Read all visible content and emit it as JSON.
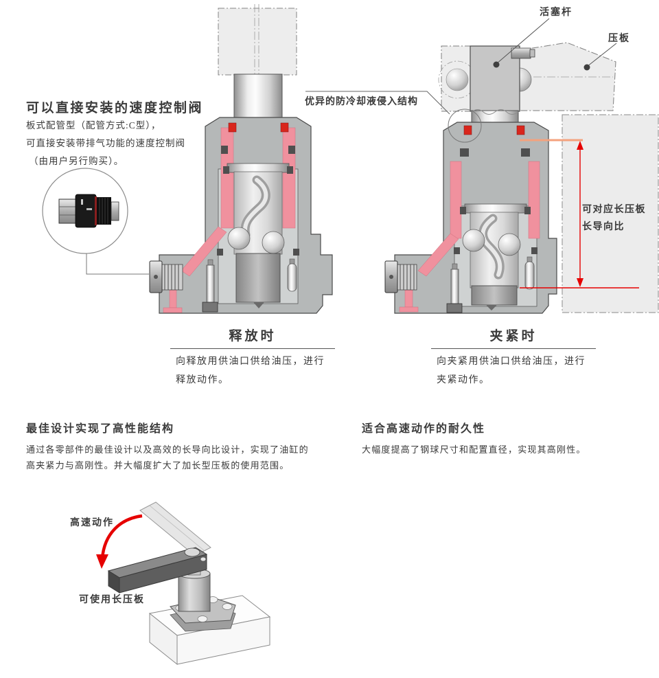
{
  "intro": {
    "title": "可以直接安装的速度控制阀",
    "line1": "板式配管型（配管方式:C型），",
    "line2": "可直接安装带排气功能的速度控制阀",
    "line3": "（由用户另行购买）。"
  },
  "diagram_labels": {
    "piston_rod": "活塞杆",
    "clamp_plate": "压板",
    "coolant_structure": "优异的防冷却液侵入结构",
    "long_guide_line1": "可对应长压板",
    "long_guide_line2": "长导向比"
  },
  "release": {
    "title": "释放时",
    "desc1": "向释放用供油口供给油压，进行",
    "desc2": "释放动作。"
  },
  "clamp": {
    "title": "夹紧时",
    "desc1": "向夹紧用供油口供给油压，进行",
    "desc2": "夹紧动作。"
  },
  "feature_left": {
    "title": "最佳设计实现了高性能结构",
    "desc1": "通过各零部件的最佳设计以及高效的长导向比设计，实现了油缸的",
    "desc2": "高夹紧力与高刚性。并大幅度扩大了加长型压板的使用范围。"
  },
  "feature_right": {
    "title": "适合高速动作的耐久性",
    "desc1": "大幅度提高了钢球尺寸和配置直径，实现其高刚性。"
  },
  "illustration": {
    "speed_label": "高速动作",
    "plate_label": "可使用长压板"
  },
  "colors": {
    "oil_passage_pink": "#F0919E",
    "seal_red": "#D9261C",
    "dimension_red": "#E60000",
    "dimension_orange": "#F4A27E",
    "body_gray": "#B5B8B8",
    "phantom_gray": "#EDEDED"
  }
}
